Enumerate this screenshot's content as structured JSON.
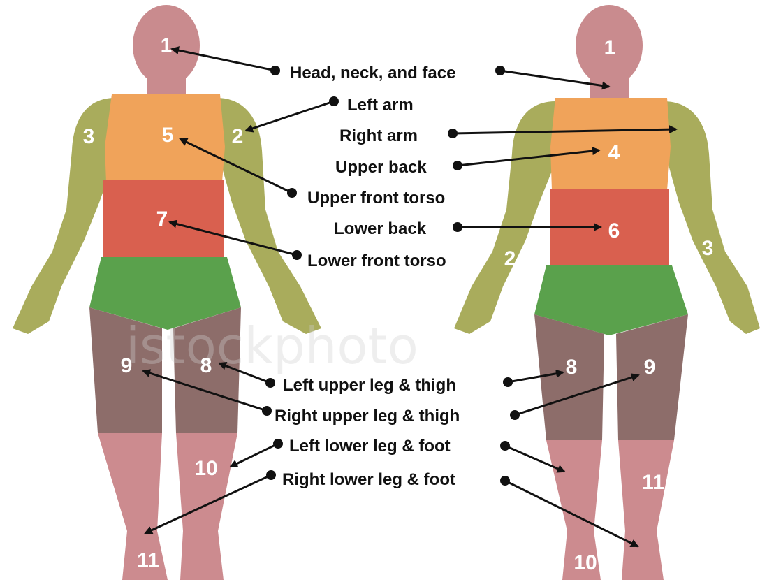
{
  "labels": {
    "head": "Head, neck, and face",
    "left_arm": "Left arm",
    "right_arm": "Right arm",
    "upper_back": "Upper back",
    "upper_front_torso": "Upper front torso",
    "lower_back": "Lower back",
    "lower_front_torso": "Lower front torso",
    "left_upper_leg": "Left upper leg & thigh",
    "right_upper_leg": "Right upper leg & thigh",
    "left_lower_leg": "Left lower leg & foot",
    "right_lower_leg": "Right lower leg & foot"
  },
  "front_numbers": {
    "head": "1",
    "left_arm": "2",
    "right_arm": "3",
    "upper_front_torso": "5",
    "lower_front_torso": "7",
    "left_upper_leg": "8",
    "right_upper_leg": "9",
    "left_lower_leg": "10",
    "right_lower_leg": "11"
  },
  "back_numbers": {
    "head": "1",
    "upper_back": "4",
    "lower_back": "6",
    "left_arm": "2",
    "right_arm": "3",
    "left_upper_leg": "8",
    "right_upper_leg": "9",
    "left_lower_leg": "10",
    "right_lower_leg": "11"
  },
  "colors": {
    "skin": "#c98b8e",
    "arms": "#a9ac5c",
    "upper_torso": "#f0a35a",
    "lower_torso": "#d9604f",
    "pelvis": "#5aa14c",
    "upper_legs": "#8d6d6a",
    "lower_legs": "#cc8b8f"
  },
  "watermark": "istockphoto"
}
